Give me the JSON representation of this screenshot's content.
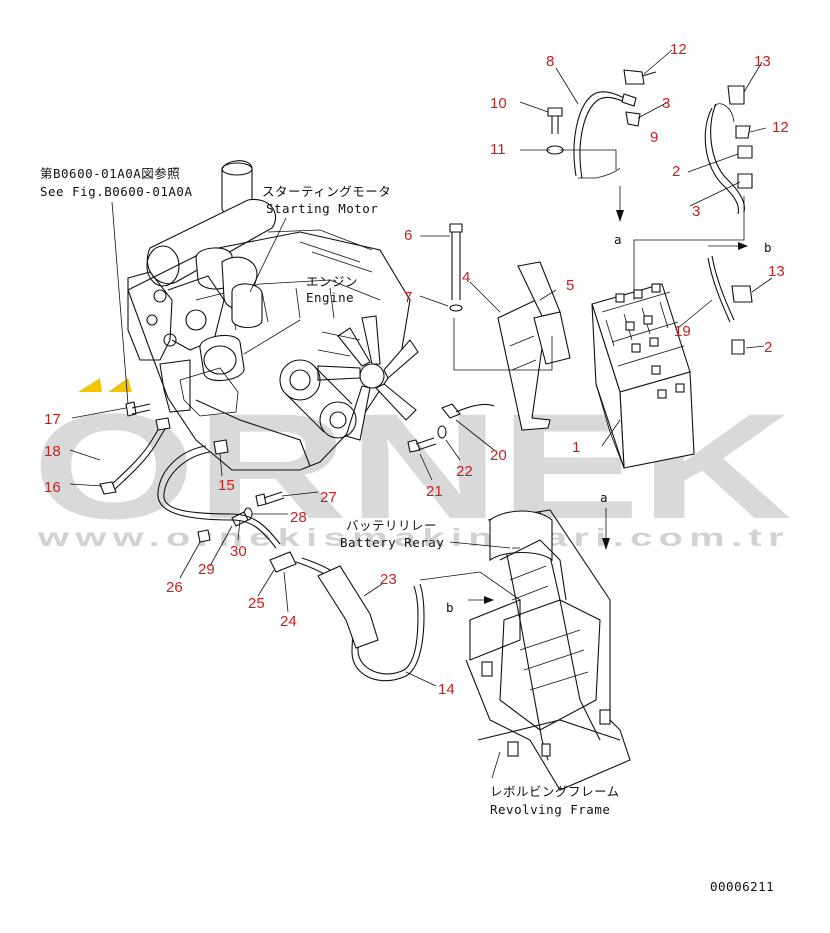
{
  "watermark": {
    "logo_text": "ORNEK",
    "url_text": "www.ornekismakinalari.com.tr",
    "accent_color": "#f2c500"
  },
  "labels": {
    "see_fig_jp": "第B0600-01A0A図参照",
    "see_fig_en": "See Fig.B0600-01A0A",
    "starting_motor_jp": "スターティングモータ",
    "starting_motor_en": "Starting Motor",
    "engine_jp": "エンジン",
    "engine_en": "Engine",
    "battery_relay_jp": "バッテリリレー",
    "battery_relay_en": "Battery Reray",
    "frame_jp": "レボルビングフレーム",
    "frame_en": "Revolving Frame",
    "figure_id": "00006211"
  },
  "arrows": {
    "a_top": "a",
    "b_top": "b",
    "a_mid": "a",
    "b_bottom": "b"
  },
  "parts": {
    "p1": "1",
    "p2a": "2",
    "p2b": "2",
    "p3a": "3",
    "p3b": "3",
    "p4": "4",
    "p5": "5",
    "p6": "6",
    "p7": "7",
    "p8": "8",
    "p9": "9",
    "p10": "10",
    "p11": "11",
    "p12a": "12",
    "p12b": "12",
    "p13a": "13",
    "p13b": "13",
    "p14": "14",
    "p15": "15",
    "p16": "16",
    "p17": "17",
    "p18": "18",
    "p19": "19",
    "p20": "20",
    "p21": "21",
    "p22": "22",
    "p23": "23",
    "p24": "24",
    "p25": "25",
    "p26": "26",
    "p27": "27",
    "p28": "28",
    "p29": "29",
    "p30": "30"
  }
}
